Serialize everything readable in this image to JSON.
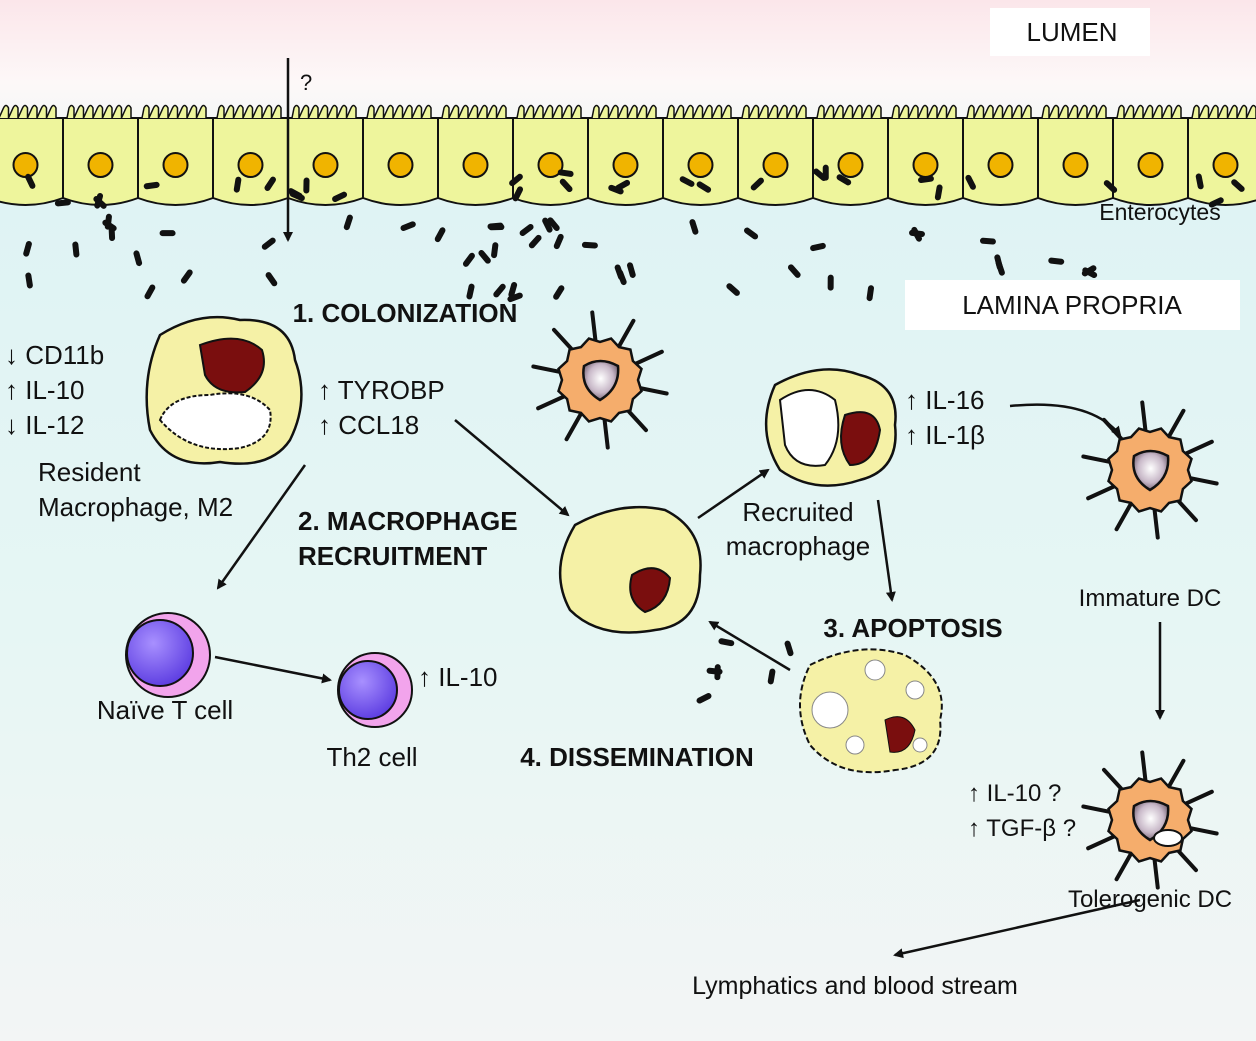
{
  "colors": {
    "epithelium": "#eef59c",
    "nucleus": "#f0b400",
    "macrophage": "#f5f1a6",
    "dc": "#f5ad6c",
    "tcell": "#7b5cf2",
    "tcell_ring": "#f2a4ec",
    "macro_nucleus": "#7a0e0e",
    "lumen_top": "#fbecef",
    "lamina": "#e0f4f4"
  },
  "regions": {
    "lumen": "LUMEN",
    "lamina_propria": "LAMINA PROPRIA",
    "enterocytes": "Enterocytes",
    "entry_question": "?"
  },
  "steps": {
    "colonization": "1. COLONIZATION",
    "recruitment_1": "2. MACROPHAGE",
    "recruitment_2": "RECRUITMENT",
    "apoptosis": "3. APOPTOSIS",
    "dissemination": "4. DISSEMINATION"
  },
  "resident": {
    "markers": [
      "↓ CD11b",
      "↑ IL-10",
      "↓ IL-12"
    ],
    "label_1": "Resident",
    "label_2": "Macrophage, M2",
    "secreted": [
      "↑ TYROBP",
      "↑ CCL18"
    ]
  },
  "recruited": {
    "label_1": "Recruited",
    "label_2": "macrophage",
    "secreted": [
      "↑ IL-16",
      "↑ IL-1β"
    ]
  },
  "tcells": {
    "naive": "Naïve T cell",
    "th2": "Th2 cell",
    "th2_secreted": "↑ IL-10"
  },
  "dc": {
    "immature": "Immature DC",
    "tolerogenic": "Tolerogenic DC",
    "secreted": [
      "↑ IL-10 ?",
      "↑ TGF-β ?"
    ]
  },
  "exit": "Lymphatics and blood stream"
}
